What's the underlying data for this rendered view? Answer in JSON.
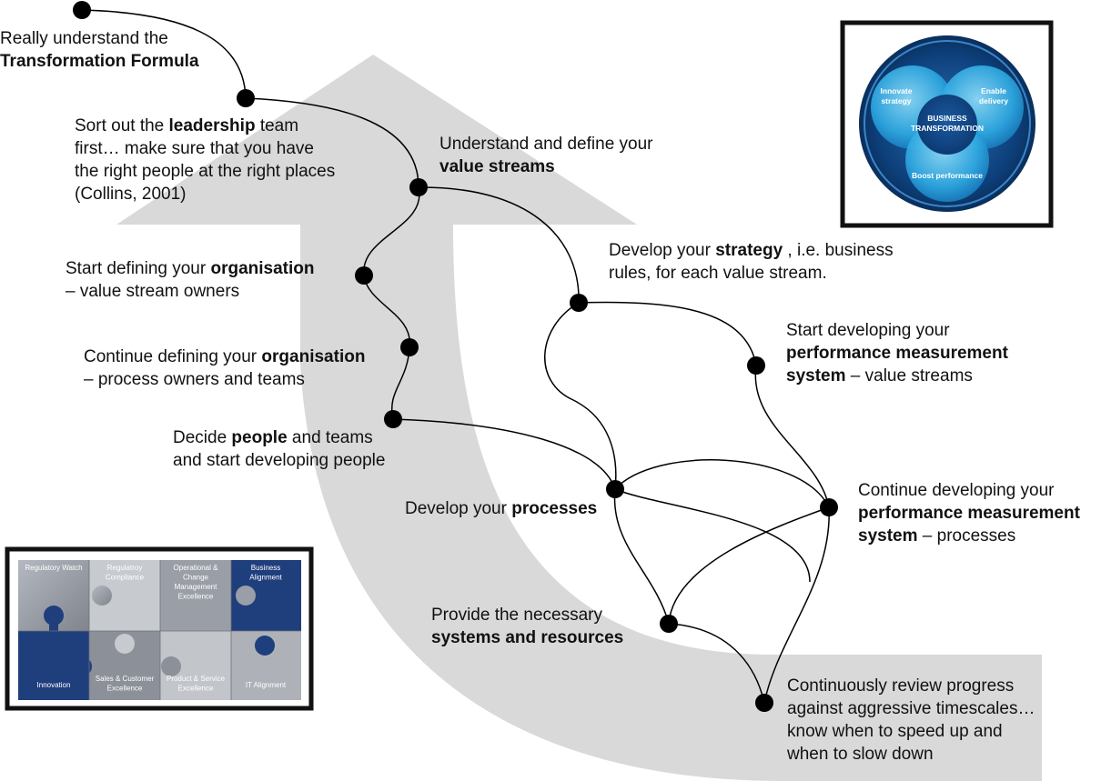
{
  "steps": [
    {
      "id": "s1",
      "lines": [
        [
          {
            "t": "Really understand the"
          }
        ],
        [
          {
            "t": "Transformation Formula",
            "b": true
          }
        ]
      ]
    },
    {
      "id": "s2",
      "lines": [
        [
          {
            "t": "Sort out the "
          },
          {
            "t": "leadership",
            "b": true
          },
          {
            "t": " team"
          }
        ],
        [
          {
            "t": "first… make sure that you have"
          }
        ],
        [
          {
            "t": "the right people at the right places"
          }
        ],
        [
          {
            "t": "(Collins, 2001)"
          }
        ]
      ]
    },
    {
      "id": "s3",
      "lines": [
        [
          {
            "t": "Understand and define your"
          }
        ],
        [
          {
            "t": "value streams",
            "b": true
          }
        ]
      ]
    },
    {
      "id": "s4",
      "lines": [
        [
          {
            "t": "Start defining your "
          },
          {
            "t": "organisation",
            "b": true
          }
        ],
        [
          {
            "t": "– value stream owners"
          }
        ]
      ]
    },
    {
      "id": "s5",
      "lines": [
        [
          {
            "t": "Develop your "
          },
          {
            "t": "strategy",
            "b": true
          },
          {
            "t": " , i.e. business"
          }
        ],
        [
          {
            "t": "rules, for each value stream."
          }
        ]
      ]
    },
    {
      "id": "s6",
      "lines": [
        [
          {
            "t": "Continue defining your "
          },
          {
            "t": "organisation",
            "b": true
          }
        ],
        [
          {
            "t": "– process owners and teams"
          }
        ]
      ]
    },
    {
      "id": "s7",
      "lines": [
        [
          {
            "t": "Start developing your"
          }
        ],
        [
          {
            "t": "performance measurement",
            "b": true
          }
        ],
        [
          {
            "t": "system",
            "b": true
          },
          {
            "t": " – value streams"
          }
        ]
      ]
    },
    {
      "id": "s8",
      "lines": [
        [
          {
            "t": "Decide "
          },
          {
            "t": "people",
            "b": true
          },
          {
            "t": " and teams"
          }
        ],
        [
          {
            "t": "and start developing people"
          }
        ]
      ]
    },
    {
      "id": "s9",
      "lines": [
        [
          {
            "t": "Develop your "
          },
          {
            "t": "processes",
            "b": true
          }
        ]
      ]
    },
    {
      "id": "s10",
      "lines": [
        [
          {
            "t": "Continue developing your"
          }
        ],
        [
          {
            "t": "performance measurement",
            "b": true
          }
        ],
        [
          {
            "t": "system",
            "b": true
          },
          {
            "t": " – processes"
          }
        ]
      ]
    },
    {
      "id": "s11",
      "lines": [
        [
          {
            "t": "Provide the necessary"
          }
        ],
        [
          {
            "t": "systems and resources",
            "b": true
          }
        ]
      ]
    },
    {
      "id": "s12",
      "lines": [
        [
          {
            "t": "Continuously review progress"
          }
        ],
        [
          {
            "t": "against aggressive timescales…"
          }
        ],
        [
          {
            "t": "know when to speed up and"
          }
        ],
        [
          {
            "t": "when to slow down"
          }
        ]
      ]
    }
  ],
  "venn": {
    "center": "BUSINESS TRANSFORMATION",
    "center_line1": "BUSINESS",
    "center_line2": "TRANSFORMATION",
    "left_line1": "Innovate",
    "left_line2": "strategy",
    "right_line1": "Enable",
    "right_line2": "delivery",
    "bottom": "Boost performance"
  },
  "puzzle": {
    "top": [
      {
        "lines": [
          "Regulatory Watch"
        ]
      },
      {
        "lines": [
          "Regulatroy",
          "Compliance"
        ]
      },
      {
        "lines": [
          "Operational &",
          "Change",
          "Management",
          "Excellence"
        ]
      },
      {
        "lines": [
          "Business",
          "Alignment"
        ]
      }
    ],
    "bottom": [
      {
        "lines": [
          "Innovation"
        ]
      },
      {
        "lines": [
          "Sales & Customer",
          "Excellence"
        ]
      },
      {
        "lines": [
          "Product & Service",
          "Excellence"
        ]
      },
      {
        "lines": [
          "IT Alignment"
        ]
      }
    ]
  },
  "colors": {
    "arrow": "#d9d9d9",
    "dot": "#000000",
    "puzzle_blue": "#1f3e7c",
    "venn_dark": "#0d3f7a",
    "venn_light": "#37b3e8"
  }
}
